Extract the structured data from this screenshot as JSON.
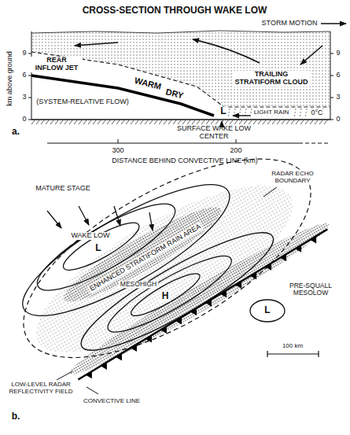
{
  "diagram": {
    "title": "CROSS-SECTION THROUGH WAKE LOW",
    "labels": [
      "STORM MOTION",
      "km above ground",
      "9",
      "6",
      "3",
      "0",
      "9",
      "6",
      "3",
      "0",
      "REAR INFLOW JET",
      "TRAILING STRATIFORM CLOUD",
      "WARM",
      "DRY",
      "(SYSTEM-RELATIVE FLOW)",
      "L",
      "LIGHT RAIN",
      "0°C",
      "SURFACE WAKE LOW CENTER",
      "a.",
      "300",
      "200",
      "DISTANCE BEHIND CONVECTIVE LINE (km)",
      "MATURE STAGE",
      "RADAR ECHO BOUNDARY",
      "WAKE LOW",
      "L",
      "ENHANCED STRATIFORM RAIN AREA",
      "MESOHIGH",
      "H",
      "PRE-SQUALL MESOLOW",
      "L",
      "100 km",
      "LOW-LEVEL RADAR REFLECTIVITY FIELD",
      "CONVECTIVE LINE",
      "b."
    ]
  }
}
